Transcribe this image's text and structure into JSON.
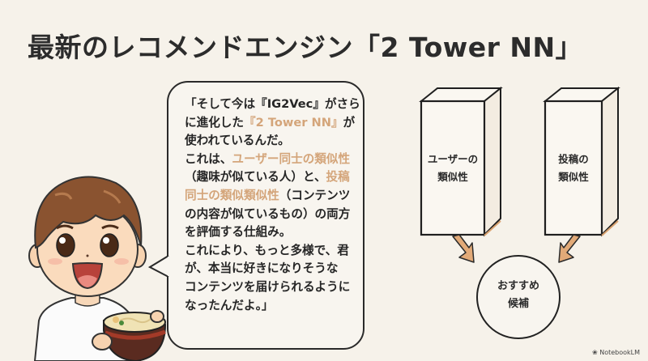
{
  "slide": {
    "title": "最新のレコメンドエンジン「2 Tower NN」",
    "colors": {
      "background": "#f6f2ea",
      "text": "#2b2b2b",
      "highlight": "#d4a57a",
      "arrow": "#e2aa78"
    }
  },
  "speech_bubble": {
    "lines": [
      [
        {
          "text": "「そして今は『IG2Vec』がさら",
          "highlight": false
        }
      ],
      [
        {
          "text": "に進化した",
          "highlight": false
        },
        {
          "text": "『2 Tower NN』",
          "highlight": true
        },
        {
          "text": "が",
          "highlight": false
        }
      ],
      [
        {
          "text": "使われているんだ。",
          "highlight": false
        }
      ],
      [
        {
          "text": "これは、",
          "highlight": false
        },
        {
          "text": "ユーザー同士の類似性",
          "highlight": true
        }
      ],
      [
        {
          "text": "（趣味が似ている人）と、",
          "highlight": false
        },
        {
          "text": "投稿",
          "highlight": true
        }
      ],
      [
        {
          "text": "同士の類似類似性",
          "highlight": true
        },
        {
          "text": "（コンテンツ",
          "highlight": false
        }
      ],
      [
        {
          "text": "の内容が似ているもの）の両方",
          "highlight": false
        }
      ],
      [
        {
          "text": "を評価する仕組み。",
          "highlight": false
        }
      ],
      [
        {
          "text": "これにより、もっと多様で、君",
          "highlight": false
        }
      ],
      [
        {
          "text": "が、本当に好きになりそうな",
          "highlight": false
        }
      ],
      [
        {
          "text": "コンテンツを届けられるように",
          "highlight": false
        }
      ],
      [
        {
          "text": "なったんだよ。」",
          "highlight": false
        }
      ]
    ]
  },
  "diagram": {
    "towers": [
      {
        "label_line1": "ユーザーの",
        "label_line2": "類似性"
      },
      {
        "label_line1": "投稿の",
        "label_line2": "類似性"
      }
    ],
    "result": {
      "label_line1": "おすすめ",
      "label_line2": "候補"
    }
  },
  "character": {
    "description": "smiling boy with brown hair in white t-shirt holding a bowl of udon",
    "icon": "character-illustration"
  },
  "watermark": {
    "text": "NotebookLM",
    "icon": "notebooklm-logo-icon"
  }
}
